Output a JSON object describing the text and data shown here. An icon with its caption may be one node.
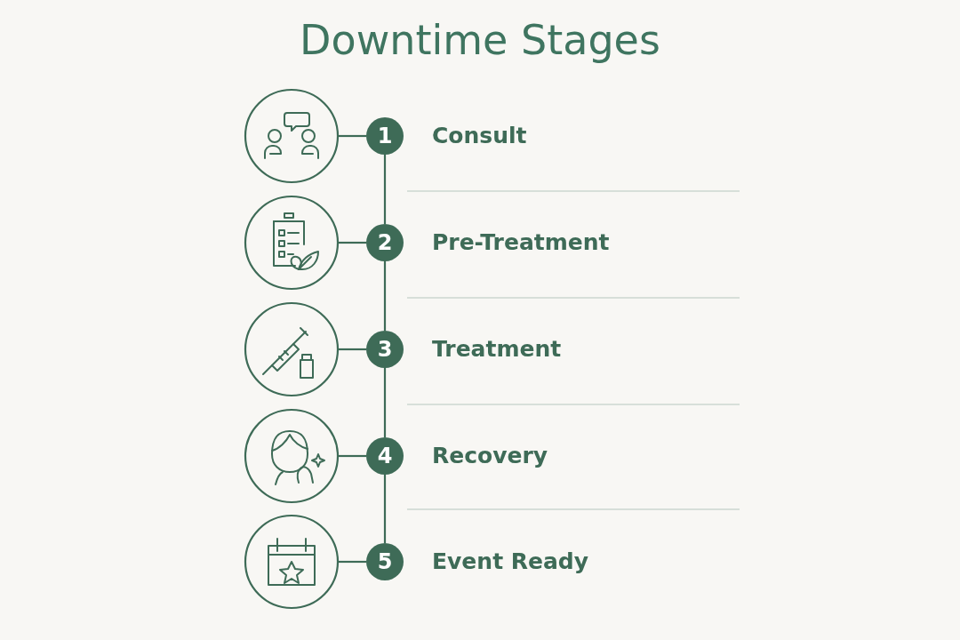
{
  "diagram": {
    "title": "Downtime Stages",
    "nodes": [
      {
        "text": [],
        "shape": "circle"
      },
      {
        "text": [
          "1"
        ],
        "beside": [
          "Consult"
        ]
      },
      {
        "text": [],
        "shape": "circle"
      },
      {
        "text": [
          "2"
        ],
        "beside": [
          "Pre-Treatment"
        ]
      },
      {
        "text": [],
        "shape": "circle"
      },
      {
        "text": [
          "3"
        ],
        "beside": [
          "Treatment"
        ]
      },
      {
        "text": [],
        "shape": "circle"
      },
      {
        "text": [
          "4"
        ],
        "beside": [
          "Recovery"
        ]
      },
      {
        "text": [],
        "shape": "circle"
      },
      {
        "text": [
          "5"
        ],
        "beside": [
          "Event Ready"
        ]
      }
    ],
    "edges": [
      {
        "from": 0,
        "to": 1,
        "arrow": "none"
      },
      {
        "from": 2,
        "to": 3,
        "arrow": "none"
      },
      {
        "from": 4,
        "to": 5,
        "arrow": "none"
      },
      {
        "from": 6,
        "to": 7,
        "arrow": "none"
      },
      {
        "from": 8,
        "to": 9,
        "arrow": "none"
      },
      {
        "from": 1,
        "to": 3,
        "arrow": "none"
      },
      {
        "from": 3,
        "to": 5,
        "arrow": "none"
      },
      {
        "from": 5,
        "to": 7,
        "arrow": "none"
      },
      {
        "from": 7,
        "to": 9,
        "arrow": "none"
      }
    ]
  }
}
